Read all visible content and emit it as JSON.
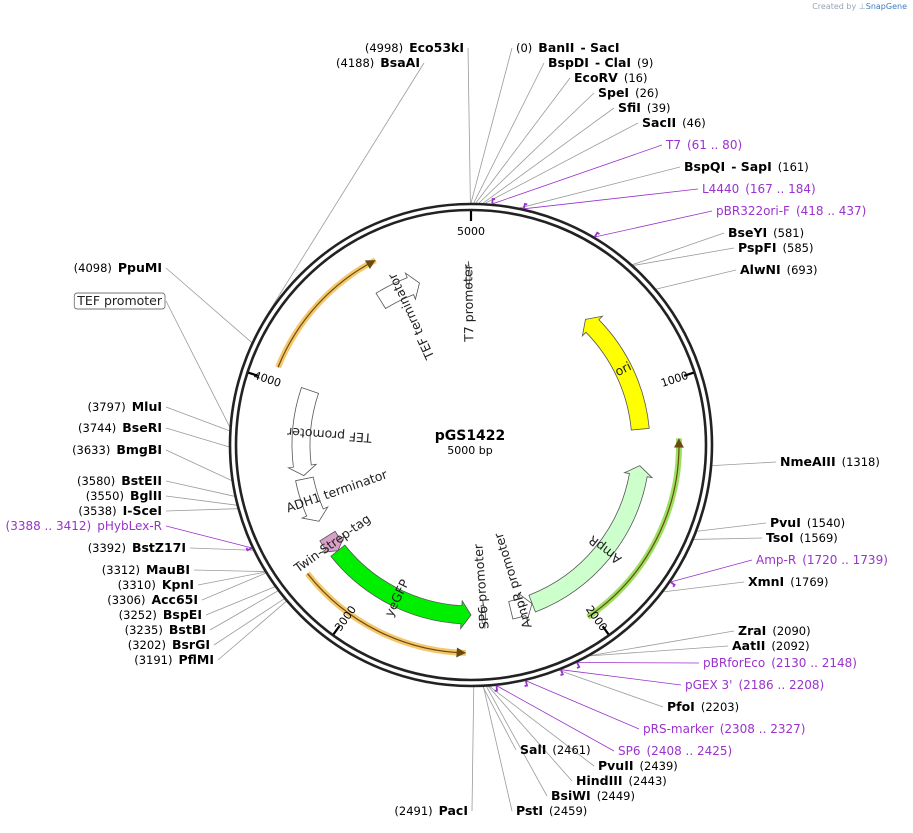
{
  "brand": {
    "prefix": "Created by",
    "name": "SnapGene"
  },
  "plasmid": {
    "name": "pGS1422",
    "length_label": "5000 bp",
    "length": 5000
  },
  "ticks": [
    {
      "bp": 1000,
      "label": "1000"
    },
    {
      "bp": 2000,
      "label": "2000"
    },
    {
      "bp": 3000,
      "label": "3000"
    },
    {
      "bp": 4000,
      "label": "4000"
    },
    {
      "bp": 5000,
      "label": "5000"
    }
  ],
  "features": [
    {
      "name": "ori",
      "start": 588,
      "end": 1176,
      "strand": "-",
      "color": "#ffff00",
      "type": "ori"
    },
    {
      "name": "AmpR",
      "start": 1347,
      "end": 2207,
      "strand": "-",
      "color": "#ccffcc",
      "type": "gene"
    },
    {
      "name": "AmpR promoter",
      "start": 2208,
      "end": 2312,
      "strand": "-",
      "color": "#ffffff",
      "type": "promoter"
    },
    {
      "name": "SP6 promoter",
      "start": 2432,
      "end": 2450,
      "strand": "-",
      "color": "#ffffff",
      "type": "promoter"
    },
    {
      "name": "yeGFP",
      "start": 2500,
      "end": 3216,
      "strand": "-",
      "color": "#00ee00",
      "type": "gene"
    },
    {
      "name": "Twin-Strep-tag",
      "start": 3216,
      "end": 3300,
      "strand": "-",
      "color": "#d9a0c8",
      "type": "tag"
    },
    {
      "name": "ADH1 terminator",
      "start": 3380,
      "end": 3590,
      "strand": "-",
      "color": "#ffffff",
      "type": "terminator"
    },
    {
      "name": "TEF promoter",
      "start": 3606,
      "end": 4010,
      "strand": "-",
      "color": "#ffffff",
      "type": "promoter"
    },
    {
      "name": "TEF terminator",
      "start": 4555,
      "end": 4755,
      "strand": "+",
      "color": "#ffffff",
      "type": "terminator"
    },
    {
      "name": "T7 promoter",
      "start": 4978,
      "end": 4997,
      "strand": "+",
      "color": "#ffffff",
      "type": "promoter"
    }
  ],
  "outer_arcs": [
    {
      "name": "yellow-outer",
      "start": 4055,
      "end": 4620,
      "strand": "+",
      "color": "#f5c76b"
    },
    {
      "name": "yellow-lower",
      "start": 2520,
      "end": 3220,
      "strand": "-",
      "color": "#f5c76b"
    },
    {
      "name": "green-inner",
      "start": 1225,
      "end": 2025,
      "strand": "-",
      "color": "#9be060"
    }
  ],
  "primer_marks": [
    {
      "bp": 70
    },
    {
      "bp": 175
    },
    {
      "bp": 427
    },
    {
      "bp": 1729
    },
    {
      "bp": 2139
    },
    {
      "bp": 2197
    },
    {
      "bp": 2318
    },
    {
      "bp": 2416
    },
    {
      "bp": 3400
    }
  ],
  "labels": [
    {
      "bp": 0,
      "parts": [
        [
          "pos",
          "(0)"
        ],
        [
          "en",
          "BanII"
        ],
        [
          "en",
          "- SacI"
        ]
      ]
    },
    {
      "bp": 4998,
      "parts": [
        [
          "pos",
          "(4998)"
        ],
        [
          "en",
          "Eco53kI"
        ]
      ]
    },
    {
      "bp": 9,
      "parts": [
        [
          "en",
          "BspDI"
        ],
        [
          "en",
          "- ClaI"
        ],
        [
          "pos",
          "(9)"
        ]
      ]
    },
    {
      "bp": 16,
      "parts": [
        [
          "en",
          "EcoRV"
        ],
        [
          "pos",
          "(16)"
        ]
      ]
    },
    {
      "bp": 26,
      "parts": [
        [
          "en",
          "SpeI"
        ],
        [
          "pos",
          "(26)"
        ]
      ]
    },
    {
      "bp": 39,
      "parts": [
        [
          "en",
          "SfiI"
        ],
        [
          "pos",
          "(39)"
        ]
      ]
    },
    {
      "bp": 46,
      "parts": [
        [
          "en",
          "SacII"
        ],
        [
          "pos",
          "(46)"
        ]
      ]
    },
    {
      "bp": 70,
      "primer": true,
      "parts": [
        [
          "prim",
          "T7"
        ],
        [
          "prim",
          "(61 .. 80)"
        ]
      ]
    },
    {
      "bp": 161,
      "parts": [
        [
          "en",
          "BspQI"
        ],
        [
          "en",
          "- SapI"
        ],
        [
          "pos",
          "(161)"
        ]
      ]
    },
    {
      "bp": 175,
      "primer": true,
      "parts": [
        [
          "prim",
          "L4440"
        ],
        [
          "prim",
          "(167 .. 184)"
        ]
      ]
    },
    {
      "bp": 427,
      "primer": true,
      "parts": [
        [
          "prim",
          "pBR322ori-F"
        ],
        [
          "prim",
          "(418 .. 437)"
        ]
      ]
    },
    {
      "bp": 581,
      "parts": [
        [
          "en",
          "BseYI"
        ],
        [
          "pos",
          "(581)"
        ]
      ]
    },
    {
      "bp": 585,
      "parts": [
        [
          "en",
          "PspFI"
        ],
        [
          "pos",
          "(585)"
        ]
      ]
    },
    {
      "bp": 693,
      "parts": [
        [
          "en",
          "AlwNI"
        ],
        [
          "pos",
          "(693)"
        ]
      ]
    },
    {
      "bp": 1318,
      "parts": [
        [
          "en",
          "NmeAIII"
        ],
        [
          "pos",
          "(1318)"
        ]
      ]
    },
    {
      "bp": 1540,
      "parts": [
        [
          "en",
          "PvuI"
        ],
        [
          "pos",
          "(1540)"
        ]
      ]
    },
    {
      "bp": 1569,
      "parts": [
        [
          "en",
          "TsoI"
        ],
        [
          "pos",
          "(1569)"
        ]
      ]
    },
    {
      "bp": 1729,
      "primer": true,
      "parts": [
        [
          "prim",
          "Amp-R"
        ],
        [
          "prim",
          "(1720 .. 1739)"
        ]
      ]
    },
    {
      "bp": 1769,
      "parts": [
        [
          "en",
          "XmnI"
        ],
        [
          "pos",
          "(1769)"
        ]
      ]
    },
    {
      "bp": 2090,
      "parts": [
        [
          "en",
          "ZraI"
        ],
        [
          "pos",
          "(2090)"
        ]
      ]
    },
    {
      "bp": 2092,
      "parts": [
        [
          "en",
          "AatII"
        ],
        [
          "pos",
          "(2092)"
        ]
      ]
    },
    {
      "bp": 2139,
      "primer": true,
      "parts": [
        [
          "prim",
          "pBRforEco"
        ],
        [
          "prim",
          "(2130 .. 2148)"
        ]
      ]
    },
    {
      "bp": 2203,
      "parts": [
        [
          "en",
          "PfoI"
        ],
        [
          "pos",
          "(2203)"
        ]
      ]
    },
    {
      "bp": 2197,
      "primer": true,
      "parts": [
        [
          "prim",
          "pGEX 3'"
        ],
        [
          "prim",
          "(2186 .. 2208)"
        ]
      ]
    },
    {
      "bp": 2318,
      "primer": true,
      "parts": [
        [
          "prim",
          "pRS-marker"
        ],
        [
          "prim",
          "(2308 .. 2327)"
        ]
      ]
    },
    {
      "bp": 2416,
      "primer": true,
      "parts": [
        [
          "prim",
          "SP6"
        ],
        [
          "prim",
          "(2408 .. 2425)"
        ]
      ]
    },
    {
      "bp": 2439,
      "parts": [
        [
          "en",
          "PvuII"
        ],
        [
          "pos",
          "(2439)"
        ]
      ]
    },
    {
      "bp": 2443,
      "parts": [
        [
          "en",
          "HindIII"
        ],
        [
          "pos",
          "(2443)"
        ]
      ]
    },
    {
      "bp": 2449,
      "parts": [
        [
          "en",
          "BsiWI"
        ],
        [
          "pos",
          "(2449)"
        ]
      ]
    },
    {
      "bp": 2459,
      "parts": [
        [
          "en",
          "PstI"
        ],
        [
          "pos",
          "(2459)"
        ]
      ]
    },
    {
      "bp": 2461,
      "parts": [
        [
          "en",
          "SalI"
        ],
        [
          "pos",
          "(2461)"
        ]
      ]
    },
    {
      "bp": 2491,
      "parts": [
        [
          "pos",
          "(2491)"
        ],
        [
          "en",
          "PacI"
        ]
      ]
    },
    {
      "bp": 3191,
      "parts": [
        [
          "pos",
          "(3191)"
        ],
        [
          "en",
          "PflMI"
        ]
      ]
    },
    {
      "bp": 3202,
      "parts": [
        [
          "pos",
          "(3202)"
        ],
        [
          "en",
          "BsrGI"
        ]
      ]
    },
    {
      "bp": 3235,
      "parts": [
        [
          "pos",
          "(3235)"
        ],
        [
          "en",
          "BstBI"
        ]
      ]
    },
    {
      "bp": 3252,
      "parts": [
        [
          "pos",
          "(3252)"
        ],
        [
          "en",
          "BspEI"
        ]
      ]
    },
    {
      "bp": 3306,
      "parts": [
        [
          "pos",
          "(3306)"
        ],
        [
          "en",
          "Acc65I"
        ]
      ]
    },
    {
      "bp": 3310,
      "parts": [
        [
          "pos",
          "(3310)"
        ],
        [
          "en",
          "KpnI"
        ]
      ]
    },
    {
      "bp": 3312,
      "parts": [
        [
          "pos",
          "(3312)"
        ],
        [
          "en",
          "MauBI"
        ]
      ]
    },
    {
      "bp": 3392,
      "parts": [
        [
          "pos",
          "(3392)"
        ],
        [
          "en",
          "BstZ17I"
        ]
      ]
    },
    {
      "bp": 3400,
      "primer": true,
      "parts": [
        [
          "prim",
          "(3388 .. 3412)"
        ],
        [
          "prim",
          "pHybLex-R"
        ]
      ]
    },
    {
      "bp": 3538,
      "parts": [
        [
          "pos",
          "(3538)"
        ],
        [
          "en",
          "I-SceI"
        ]
      ]
    },
    {
      "bp": 3550,
      "parts": [
        [
          "pos",
          "(3550)"
        ],
        [
          "en",
          "BglII"
        ]
      ]
    },
    {
      "bp": 3580,
      "parts": [
        [
          "pos",
          "(3580)"
        ],
        [
          "en",
          "BstEII"
        ]
      ]
    },
    {
      "bp": 3633,
      "parts": [
        [
          "pos",
          "(3633)"
        ],
        [
          "en",
          "BmgBI"
        ]
      ]
    },
    {
      "bp": 3744,
      "parts": [
        [
          "pos",
          "(3744)"
        ],
        [
          "en",
          "BseRI"
        ]
      ]
    },
    {
      "bp": 3810,
      "boxed": true,
      "parts": [
        [
          "flab",
          "TEF promoter"
        ]
      ]
    },
    {
      "bp": 3797,
      "parts": [
        [
          "pos",
          "(3797)"
        ],
        [
          "en",
          "MluI"
        ]
      ]
    },
    {
      "bp": 4098,
      "parts": [
        [
          "pos",
          "(4098)"
        ],
        [
          "en",
          "PpuMI"
        ]
      ]
    },
    {
      "bp": 4188,
      "parts": [
        [
          "pos",
          "(4188)"
        ],
        [
          "en",
          "BsaAI"
        ]
      ]
    }
  ]
}
